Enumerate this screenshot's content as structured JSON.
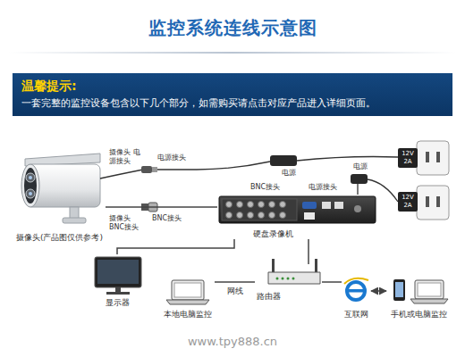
{
  "diagram": {
    "title": "监控系统连线示意图",
    "nodes": [
      {
        "text": [
          "温馨提示:",
          "一套完整的监控设备包含以下几个部分，如需购买请点击对应产品进入详细页面。"
        ]
      },
      {
        "text": [
          "摄像头(产品图仅供参考)"
        ]
      },
      {
        "text": [
          "硬盘录像机"
        ]
      },
      {
        "text": [
          "显示器"
        ]
      },
      {
        "text": [
          "本地电脑监控"
        ]
      },
      {
        "text": [
          "路由器"
        ]
      },
      {
        "text": [
          "互联网"
        ]
      },
      {
        "text": [
          "手机或电脑监控"
        ]
      }
    ],
    "edges": [
      {
        "from": 1,
        "to": 2,
        "arrow": "none"
      },
      {
        "from": 2,
        "to": 3,
        "arrow": "none"
      },
      {
        "from": 2,
        "to": 5,
        "arrow": "none"
      },
      {
        "from": 5,
        "to": 4,
        "label": "网线",
        "arrow": "none"
      },
      {
        "from": 5,
        "to": 6,
        "arrow": "none"
      },
      {
        "from": 6,
        "to": 7,
        "arrow": "both"
      }
    ],
    "labels": [
      "摄像头 电源接头",
      "电源接头",
      "摄像头 BNC接头",
      "BNC接头",
      "电源",
      "BNC接头",
      "电源接头",
      "电源",
      "12V 2A",
      "12V 2A",
      "www.tpy888.cn"
    ]
  }
}
